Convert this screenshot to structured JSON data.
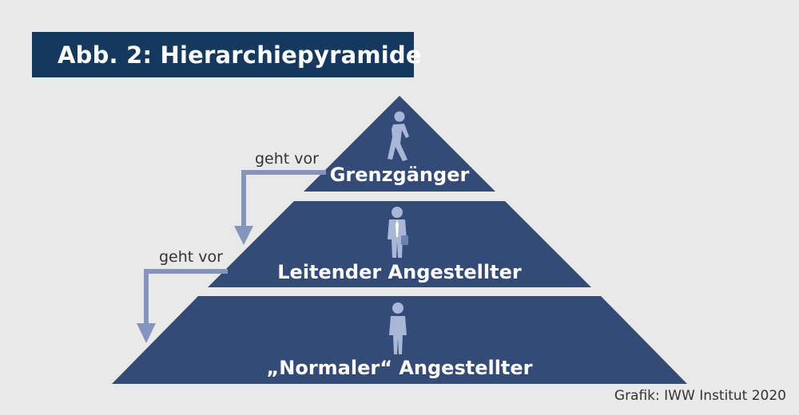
{
  "title": "Abb. 2: Hierarchiepyramide",
  "tiers": [
    {
      "label": "Grenzgänger",
      "icon": "walking-person-icon"
    },
    {
      "label": "Leitender Angestellter",
      "icon": "businessman-icon"
    },
    {
      "label": "„Normaler“ Angestellter",
      "icon": "person-icon"
    }
  ],
  "arrows": [
    {
      "label": "geht vor"
    },
    {
      "label": "geht vor"
    }
  ],
  "credit": "Grafik: IWW Institut 2020",
  "colors": {
    "title_bg": "#15385f",
    "pyramid": "#344b78",
    "icon": "#a9b6d6",
    "arrow": "#8594be",
    "background": "#e9e9e9"
  }
}
